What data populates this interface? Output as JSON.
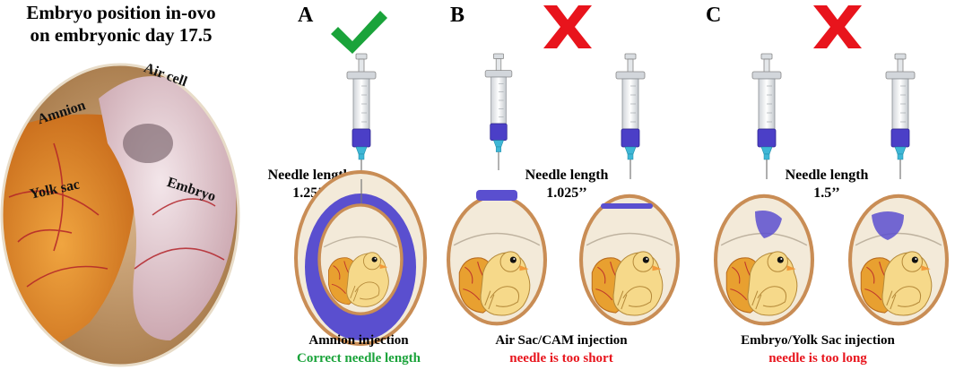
{
  "photo": {
    "title_line1": "Embryo position in-ovo",
    "title_line2": "on embryonic day 17.5",
    "labels": {
      "air_cell": "Air cell",
      "amnion": "Amnion",
      "yolk_sac": "Yolk sac",
      "embryo": "Embryo"
    }
  },
  "panels": [
    {
      "letter": "A",
      "mark": "checkmark-icon",
      "needle_label_line1": "Needle length",
      "needle_label_line2": "1.25’’",
      "caption": "Amnion injection",
      "verdict": "Correct needle length"
    },
    {
      "letter": "B",
      "mark": "cross-icon",
      "needle_label_line1": "Needle length",
      "needle_label_line2": "1.025’’",
      "caption": "Air Sac/CAM injection",
      "verdict": "needle is too short"
    },
    {
      "letter": "C",
      "mark": "cross-icon",
      "needle_label_line1": "Needle length",
      "needle_label_line2": "1.5’’",
      "caption": "Embryo/Yolk Sac injection",
      "verdict": "needle is too long"
    }
  ],
  "colors": {
    "correct": "#1aa33a",
    "wrong": "#e8141c",
    "injectate": "#5a4fcf",
    "yolk": "#e8a030",
    "embryo": "#f6d98a",
    "shell": "#c98d55"
  }
}
